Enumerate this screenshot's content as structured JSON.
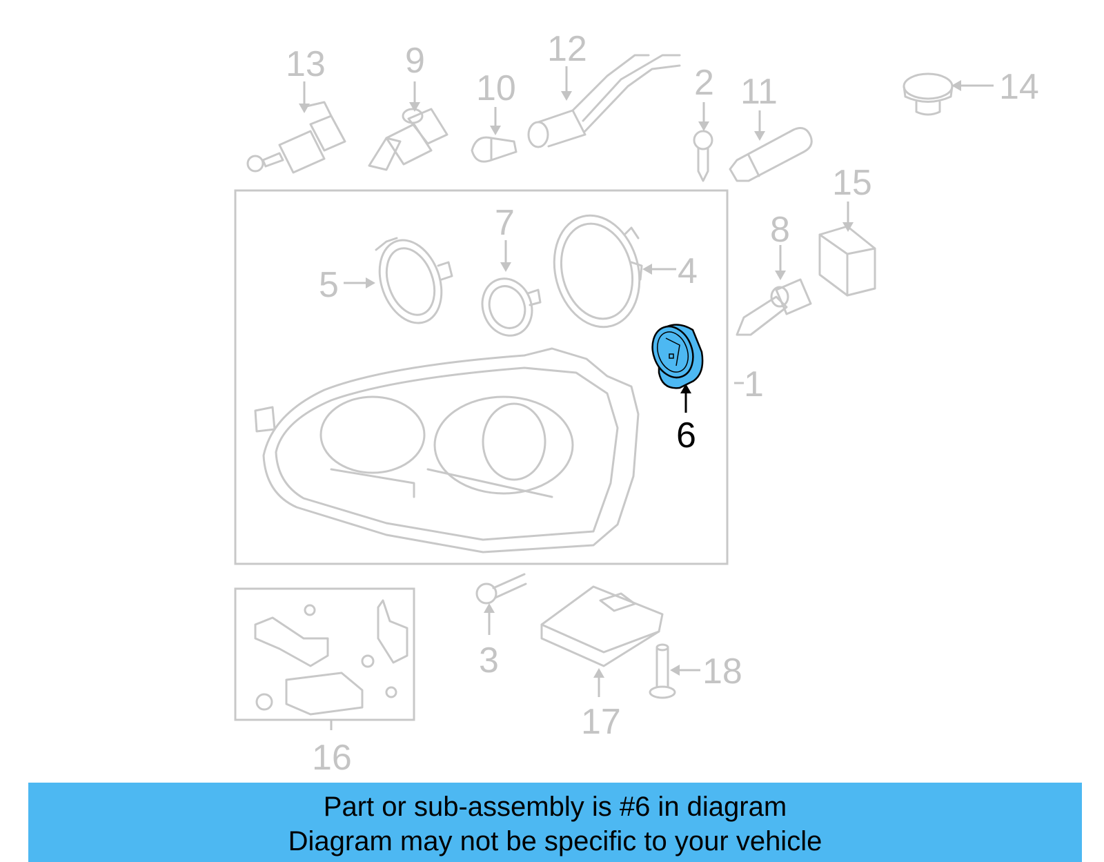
{
  "diagram": {
    "highlight_color": "#4db8f2",
    "callouts": {
      "c1": "1",
      "c2": "2",
      "c3": "3",
      "c4": "4",
      "c5": "5",
      "c6": "6",
      "c7": "7",
      "c8": "8",
      "c9": "9",
      "c10": "10",
      "c11": "11",
      "c12": "12",
      "c13": "13",
      "c14": "14",
      "c15": "15",
      "c16": "16",
      "c17": "17",
      "c18": "18"
    },
    "highlighted_part": "6"
  },
  "banner": {
    "line1": "Part or sub-assembly is #6 in diagram",
    "line2": "Diagram may not be specific to your vehicle",
    "background": "#4db8f2"
  }
}
